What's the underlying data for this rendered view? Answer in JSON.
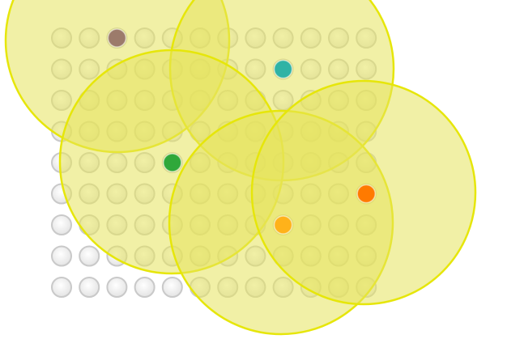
{
  "colors": {
    "background": "#ffffff",
    "grid_node_fill": "#f2f2f2",
    "grid_node_stroke": "#c9c9c9",
    "circle_fill": "#e6e35c",
    "circle_stroke": "#e6e60a",
    "marker_brown": "#9c7b6b",
    "marker_teal": "#2fb3a5",
    "marker_green": "#2fa83a",
    "marker_orange": "#ff7a00",
    "marker_amber": "#ffb21a"
  },
  "grid": {
    "rows": 9,
    "cols": 12
  },
  "circles": [
    {
      "name": "coverage-circle-1"
    },
    {
      "name": "coverage-circle-2"
    },
    {
      "name": "coverage-circle-3"
    },
    {
      "name": "coverage-circle-4"
    },
    {
      "name": "coverage-circle-5"
    }
  ],
  "markers": [
    {
      "name": "node-brown-dot",
      "color_key": "marker_brown",
      "row": 0,
      "col": 2
    },
    {
      "name": "node-teal-dot",
      "color_key": "marker_teal",
      "row": 1,
      "col": 8
    },
    {
      "name": "node-green-dot",
      "color_key": "marker_green",
      "row": 4,
      "col": 4
    },
    {
      "name": "node-orange-dot",
      "color_key": "marker_orange",
      "row": 5,
      "col": 11
    },
    {
      "name": "node-amber-dot",
      "color_key": "marker_amber",
      "row": 6,
      "col": 8
    }
  ]
}
